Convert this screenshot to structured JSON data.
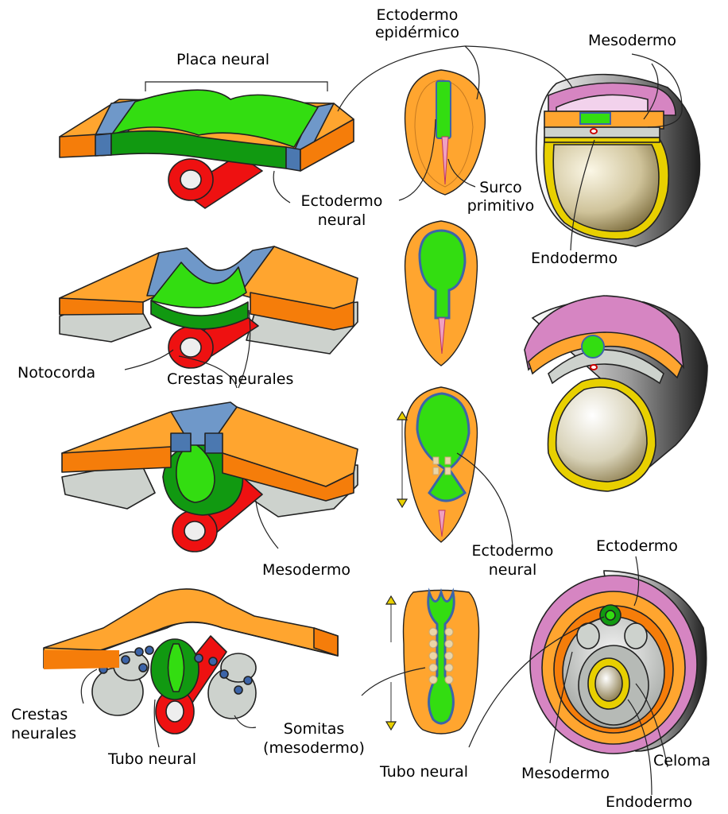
{
  "colors": {
    "ectoderm": "#ffa52f",
    "ectoderm_edge": "#f57d0a",
    "neural_plate": "#33dd11",
    "neural_dark": "#119911",
    "neural_crest": "#6f98c9",
    "notochord": "#ee1111",
    "mesoderm": "#cdd2cd",
    "amnion": "#d685c2",
    "yolk_rim": "#e8d000",
    "outline": "#222222"
  },
  "labels": {
    "placa_neural": "Placa neural",
    "ectodermo_epidermico_1": "Ectodermo",
    "ectodermo_epidermico_2": "epidérmico",
    "mesodermo_top": "Mesodermo",
    "ectodermo_neural_top_1": "Ectodermo",
    "ectodermo_neural_top_2": "neural",
    "surco_primitivo_1": "Surco",
    "surco_primitivo_2": "primitivo",
    "endodermo_top": "Endodermo",
    "notocorda": "Notocorda",
    "crestas_neurales_mid": "Crestas neurales",
    "mesodermo_mid": "Mesodermo",
    "ectodermo_neural_mid_1": "Ectodermo",
    "ectodermo_neural_mid_2": "neural",
    "ectodermo_bottom": "Ectodermo",
    "crestas_neurales_bottom_1": "Crestas",
    "crestas_neurales_bottom_2": "neurales",
    "tubo_neural_left": "Tubo neural",
    "somitas_1": "Somitas",
    "somitas_2": "(mesodermo)",
    "tubo_neural_center": "Tubo neural",
    "mesodermo_bottom": "Mesodermo",
    "celoma": "Celoma",
    "endodermo_bottom": "Endodermo"
  }
}
